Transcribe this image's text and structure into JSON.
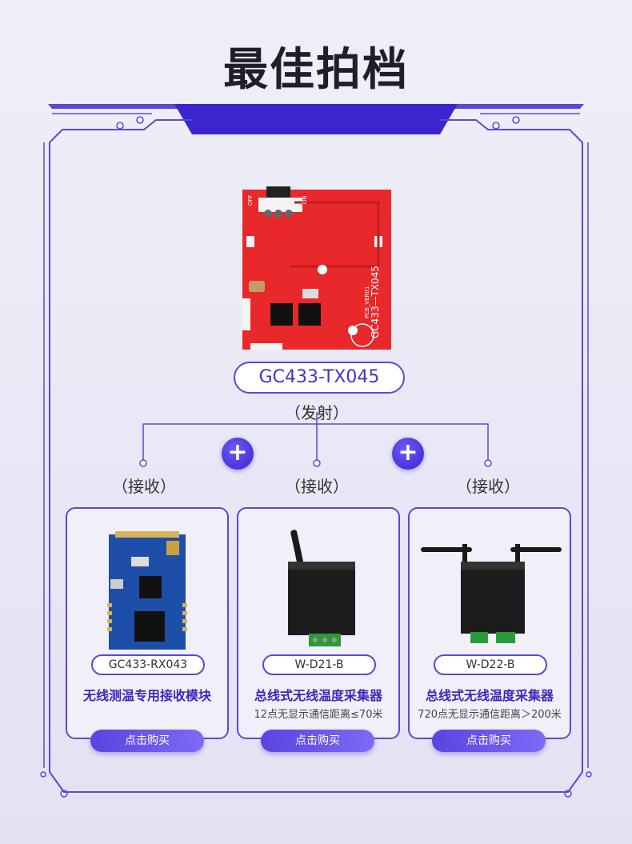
{
  "page": {
    "title": "最佳拍档"
  },
  "main_product": {
    "model": "GC433-TX045",
    "role": "（发射）",
    "pcb_text": "GC433—TX045",
    "pcb_small": "PCB_VER01",
    "switch_off": "OFF",
    "switch_on": "ON"
  },
  "receive_label": "（接收）",
  "plus_symbol": "+",
  "cards": [
    {
      "model": "GC433-RX043",
      "name": "无线测温专用接收模块",
      "desc": "",
      "buy_label": "点击购买"
    },
    {
      "model": "W-D21-B",
      "name": "总线式无线温度采集器",
      "desc": "12点无显示通信距离≤70米",
      "buy_label": "点击购买"
    },
    {
      "model": "W-D22-B",
      "name": "总线式无线温度采集器",
      "desc": "720点无显示通信距离＞200米",
      "buy_label": "点击购买"
    }
  ],
  "colors": {
    "accent": "#4733c8",
    "frame": "#5b49d6",
    "pcb_red": "#e8282a",
    "module_blue": "#1e4fa8"
  }
}
